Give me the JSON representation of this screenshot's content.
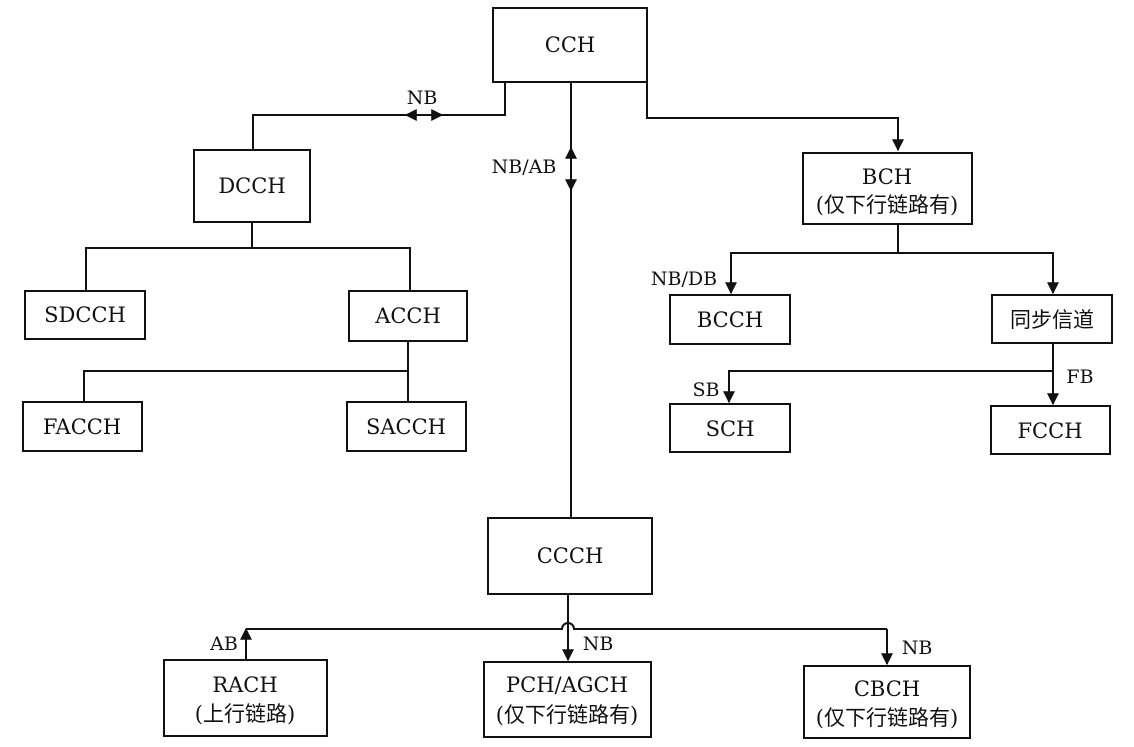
{
  "nodes": {
    "cch": {
      "lines": [
        "CCH"
      ]
    },
    "dcch": {
      "lines": [
        "DCCH"
      ]
    },
    "bch": {
      "lines": [
        "BCH",
        "(仅下行链路有)"
      ]
    },
    "sdcch": {
      "lines": [
        "SDCCH"
      ]
    },
    "acch": {
      "lines": [
        "ACCH"
      ]
    },
    "facch": {
      "lines": [
        "FACCH"
      ]
    },
    "sacch": {
      "lines": [
        "SACCH"
      ]
    },
    "bcch": {
      "lines": [
        "BCCH"
      ]
    },
    "sync": {
      "lines": [
        "同步信道"
      ]
    },
    "sch": {
      "lines": [
        "SCH"
      ]
    },
    "fcch": {
      "lines": [
        "FCCH"
      ]
    },
    "ccch": {
      "lines": [
        "CCCH"
      ]
    },
    "rach": {
      "lines": [
        "RACH",
        "(上行链路)"
      ]
    },
    "pch": {
      "lines": [
        "PCH/AGCH",
        "(仅下行链路有)"
      ]
    },
    "cbch": {
      "lines": [
        "CBCH",
        "(仅下行链路有)"
      ]
    }
  },
  "edge_labels": {
    "cch_dcch": "NB",
    "cch_ccch": "NB/AB",
    "bch_bcch": "NB/DB",
    "sync_sch": "SB",
    "sync_fcch": "FB",
    "ccch_rach": "AB",
    "ccch_pch": "NB",
    "ccch_cbch": "NB"
  },
  "colors": {
    "line": "#111111",
    "background": "#ffffff"
  }
}
